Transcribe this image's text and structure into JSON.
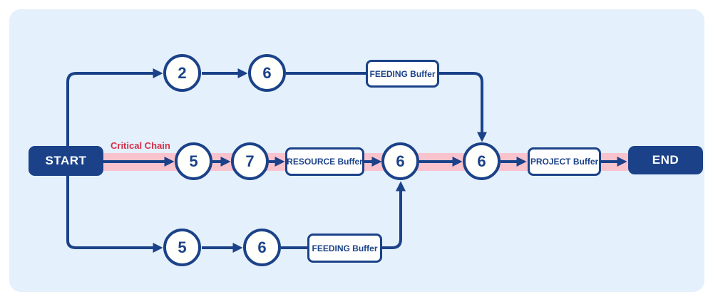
{
  "labels": {
    "critical_chain": "Critical Chain",
    "start": "START",
    "end": "END",
    "task_top_1": "2",
    "task_top_2": "6",
    "buffer_top": "FEEDING Buffer",
    "task_mid_1": "5",
    "task_mid_2": "7",
    "buffer_resource": "RESOURCE Buffer",
    "task_mid_3": "6",
    "task_mid_4": "6",
    "buffer_project": "PROJECT Buffer",
    "task_bottom_1": "5",
    "task_bottom_2": "6",
    "buffer_bottom": "FEEDING Buffer"
  },
  "colors": {
    "navy": "#1b4289",
    "pink_highlight": "#f9c3cd",
    "panel_background": "#e4f0fb",
    "critical_chain_red": "#d3304a",
    "node_fill": "#ffffff"
  },
  "edges": [
    {
      "from": "start",
      "to": "task_top_1"
    },
    {
      "from": "task_top_1",
      "to": "task_top_2"
    },
    {
      "from": "task_top_2",
      "to": "buffer_top"
    },
    {
      "from": "buffer_top",
      "to": "task_mid_4"
    },
    {
      "from": "start",
      "to": "task_mid_1"
    },
    {
      "from": "task_mid_1",
      "to": "task_mid_2"
    },
    {
      "from": "task_mid_2",
      "to": "buffer_resource"
    },
    {
      "from": "buffer_resource",
      "to": "task_mid_3"
    },
    {
      "from": "task_mid_3",
      "to": "task_mid_4"
    },
    {
      "from": "task_mid_4",
      "to": "buffer_project"
    },
    {
      "from": "buffer_project",
      "to": "end"
    },
    {
      "from": "start",
      "to": "task_bottom_1"
    },
    {
      "from": "task_bottom_1",
      "to": "task_bottom_2"
    },
    {
      "from": "task_bottom_2",
      "to": "buffer_bottom"
    },
    {
      "from": "buffer_bottom",
      "to": "task_mid_3"
    }
  ]
}
